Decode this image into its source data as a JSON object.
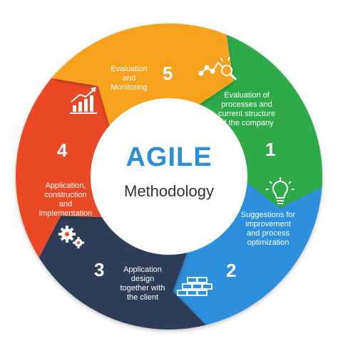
{
  "center": {
    "title": "AGILE",
    "subtitle": "Methodology"
  },
  "segments": [
    {
      "number": "1",
      "label": "Evaluation of\nprocesses and\ncurrent structure\nof the company",
      "color": "#2eaa4a",
      "icon": "analytics-magnifier-icon"
    },
    {
      "number": "2",
      "label": "Suggestions for\nimprovement\nand process\noptimization",
      "color": "#2f8fdc",
      "icon": "lightbulb-icon"
    },
    {
      "number": "3",
      "label": "Application\ndesign\ntogether with\nthe client",
      "color": "#2e3e58",
      "icon": "bricks-icon"
    },
    {
      "number": "4",
      "label": "Application,\nconstruction\nand\nimplementation",
      "color": "#ea4a25",
      "icon": "gears-icon"
    },
    {
      "number": "5",
      "label": "Evaluation\nand\nMonitoring",
      "color": "#f6a21c",
      "icon": "bar-chart-growth-icon"
    }
  ]
}
